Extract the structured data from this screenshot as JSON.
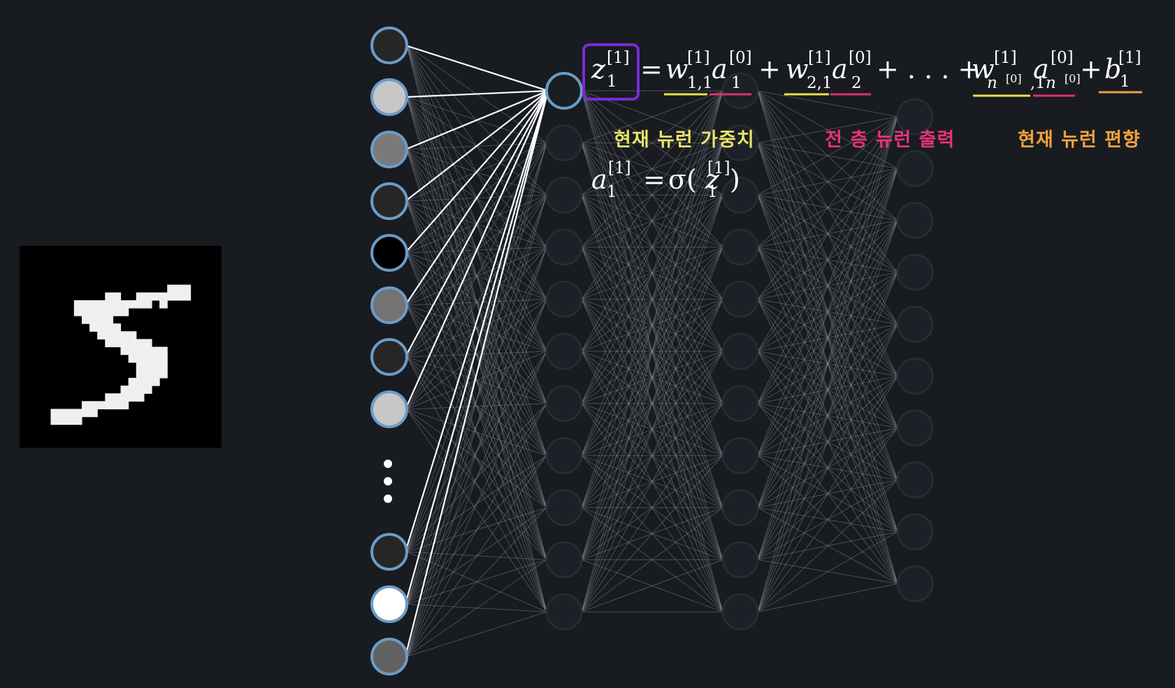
{
  "input_image": {
    "label": "5",
    "pixel_grid": [
      "..........................",
      "..........................",
      "..........................",
      "..........................",
      "..........................",
      "...................###....",
      "...........##..#######....",
      ".......##########.#.......",
      ".......#######............",
      "........####..............",
      ".........####.............",
      "..........#####...........",
      "...........######.........",
      ".............######.......",
      "..............#####.......",
      "...............####.......",
      "...............####.......",
      "..............####........",
      ".............####.........",
      "...........#####..........",
      "........######............",
      "....######................",
      "....####..................",
      "..........................",
      "..........................",
      ".........................."
    ]
  },
  "network": {
    "input_activations": [
      0.15,
      0.78,
      0.48,
      0.15,
      0.0,
      0.45,
      0.15,
      0.78,
      0.15,
      1.0,
      0.38
    ],
    "ellipsis_dots": 3,
    "hidden1_neurons": 11,
    "hidden2_neurons": 11,
    "output_neurons": 10,
    "highlighted_neuron": "hidden1_neuron_1",
    "colors": {
      "background": "#181b20",
      "input_ring": "#6b9cc6",
      "inactive_neuron_fill": "#1c2227",
      "inactive_neuron_ring": "#252d33",
      "active_connection": "#ffffff",
      "faint_connection": "#8a8f96",
      "highlight_box": "#7a2bd6",
      "weight_underline": "#e8e24a",
      "activation_underline": "#e0306e",
      "bias_underline": "#f0a13a"
    }
  },
  "equations": {
    "z_lhs": "z",
    "z_lhs_sup": "[1]",
    "z_lhs_sub": "1",
    "equals": "=",
    "w1": "w",
    "w1_sup": "[1]",
    "w1_sub": "1,1",
    "a1": "a",
    "a1_sup": "[0]",
    "a1_sub": "1",
    "plus1": "+",
    "w2": "w",
    "w2_sup": "[1]",
    "w2_sub": "2,1",
    "a2": "a",
    "a2_sup": "[0]",
    "a2_sub": "2",
    "plus_dots_plus": "+ . . . +",
    "wn": "w",
    "wn_sup": "[1]",
    "wn_sub_n": "n",
    "wn_sub_n_sup": "[0]",
    "wn_sub_tail": ",1",
    "an": "a",
    "an_sup": "[0]",
    "an_sub_n": "n",
    "an_sub_n_sup": "[0]",
    "plus3": "+",
    "b": "b",
    "b_sup": "[1]",
    "b_sub": "1",
    "act_a": "a",
    "act_a_sup": "[1]",
    "act_a_sub": "1",
    "act_eq": "=",
    "act_sigma": "σ(",
    "act_z": "z",
    "act_z_sup": "[1]",
    "act_z_sub": "1",
    "act_close": ")"
  },
  "annotations": {
    "weight_label": "현재 뉴런 가중치",
    "prev_output_label": "전 층 뉴런 출력",
    "bias_label": "현재 뉴런 편향"
  }
}
